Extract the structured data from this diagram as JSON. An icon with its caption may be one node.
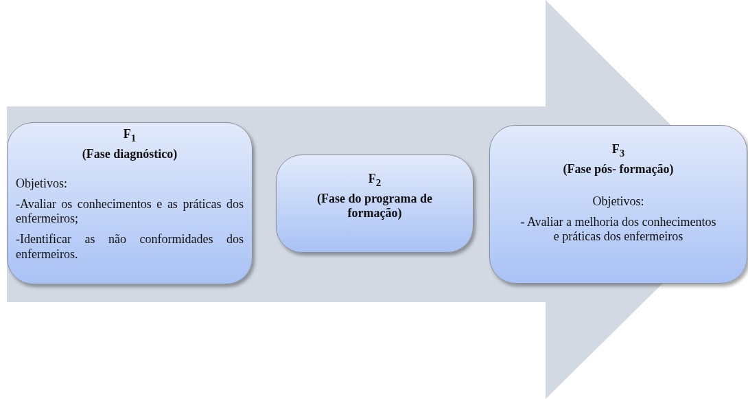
{
  "diagram": {
    "nodes": [
      {
        "text": [
          "F$_{1}$",
          "(Fase diagnóstico)",
          "Objetivos:",
          "-Avaliar os conhecimentos e as práticas dos enfermeiros;",
          "-Identificar as não conformidades dos enfermeiros."
        ]
      },
      {
        "text": [
          "F$_{2}$",
          "(Fase do programa de formação)"
        ]
      },
      {
        "text": [
          "F$_{3}$",
          "(Fase pós- formação)",
          "Objetivos:",
          "- Avaliar a melhoria dos conhecimentos e práticas dos enfermeiros"
        ]
      }
    ],
    "edges": [
      {
        "from": 0,
        "to": 2,
        "arrow": "to"
      }
    ]
  }
}
